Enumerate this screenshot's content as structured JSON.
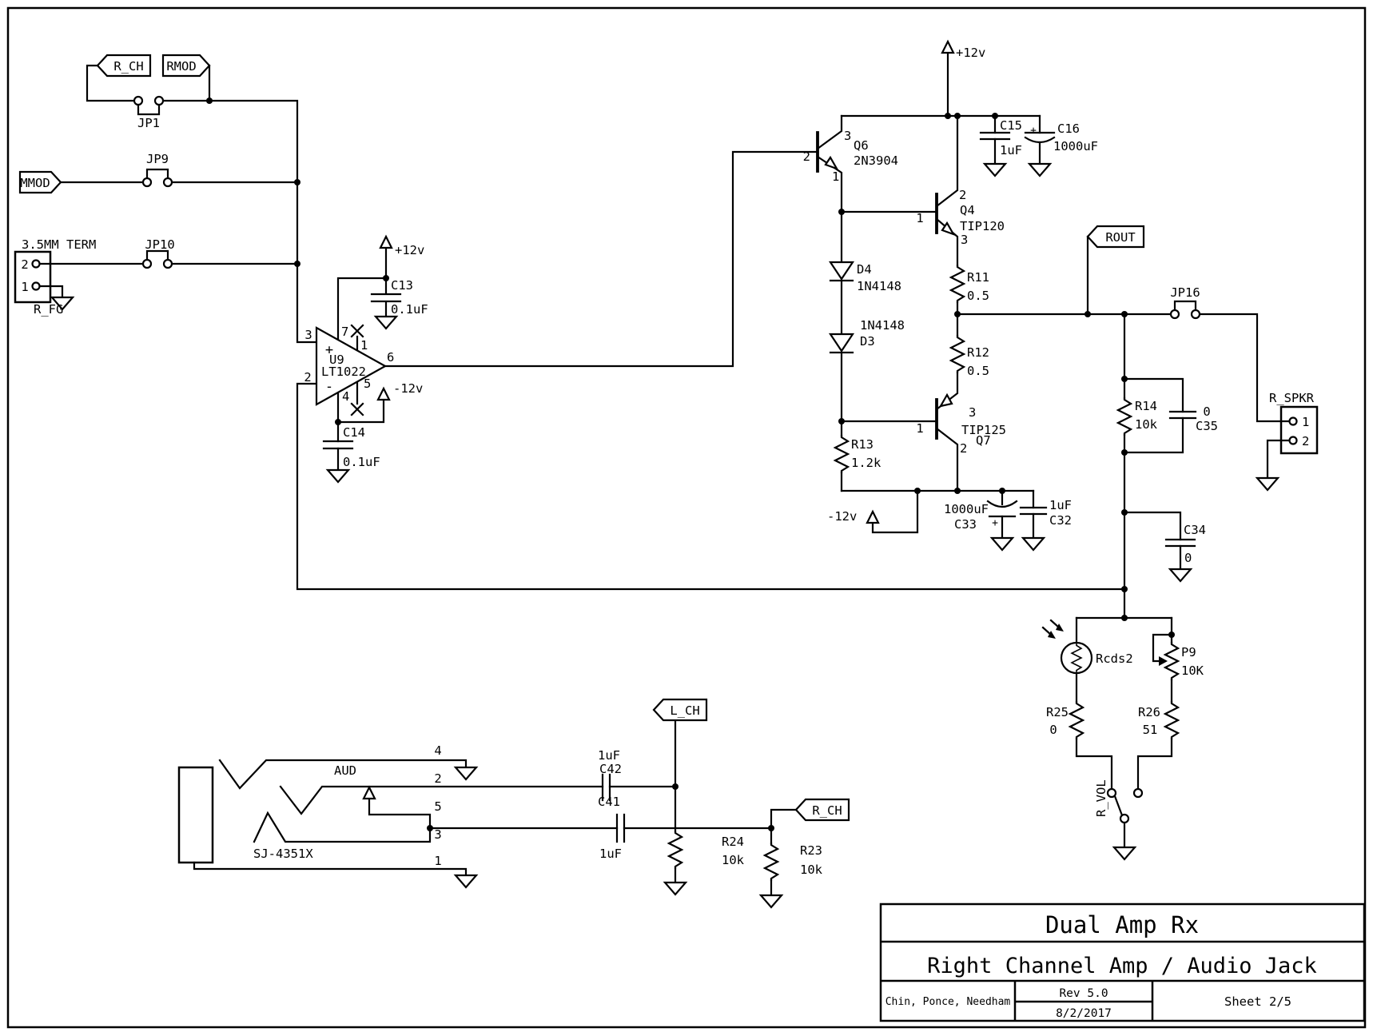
{
  "title_block": {
    "title": "Dual Amp Rx",
    "subtitle": "Right Channel Amp / Audio Jack",
    "authors": "Chin, Ponce, Needham",
    "revision": "Rev 5.0",
    "date": "8/2/2017",
    "sheet": "Sheet 2/5"
  },
  "power": {
    "plus12": "+12v",
    "minus12": "-12v"
  },
  "flags": {
    "r_ch": "R_CH",
    "rmod": "RMOD",
    "mmod": "MMOD",
    "rout": "ROUT",
    "l_ch": "L_CH",
    "r_ch_jack": "R_CH",
    "aud": "AUD",
    "r_fg": "R_FG",
    "r_vol": "R_VOL"
  },
  "jumpers": {
    "jp1": "JP1",
    "jp9": "JP9",
    "jp10": "JP10",
    "jp16": "JP16"
  },
  "connectors": {
    "term": {
      "title": "3.5MM TERM",
      "pin1": "1",
      "pin2": "2"
    },
    "spkr": {
      "title": "R_SPKR",
      "pin1": "1",
      "pin2": "2"
    },
    "jack": {
      "title": "SJ-4351X",
      "pin1": "1",
      "pin2": "2",
      "pin3": "3",
      "pin4": "4",
      "pin5": "5"
    }
  },
  "opamp": {
    "ref": "U9",
    "part": "LT1022",
    "plus": "+",
    "minus": "-",
    "pin1": "1",
    "pin2": "2",
    "pin3": "3",
    "pin4": "4",
    "pin5": "5",
    "pin6": "6",
    "pin7": "7"
  },
  "transistors": {
    "q6": {
      "ref": "Q6",
      "part": "2N3904",
      "base": "2",
      "collector": "3",
      "emitter": "1"
    },
    "q4": {
      "ref": "Q4",
      "part": "TIP120",
      "base": "1",
      "collector": "2",
      "emitter": "3"
    },
    "q7": {
      "ref": "Q7",
      "part": "TIP125",
      "base": "1",
      "collector": "2",
      "emitter": "3"
    }
  },
  "diodes": {
    "d4": {
      "ref": "D4",
      "part": "1N4148"
    },
    "d3": {
      "ref": "D3",
      "part": "1N4148"
    }
  },
  "resistors": {
    "r11": {
      "ref": "R11",
      "value": "0.5"
    },
    "r12": {
      "ref": "R12",
      "value": "0.5"
    },
    "r13": {
      "ref": "R13",
      "value": "1.2k"
    },
    "r14": {
      "ref": "R14",
      "value": "10k"
    },
    "r23": {
      "ref": "R23",
      "value": "10k"
    },
    "r24": {
      "ref": "R24",
      "value": "10k"
    },
    "r25": {
      "ref": "R25",
      "value": "0"
    },
    "r26": {
      "ref": "R26",
      "value": "51"
    },
    "rcds2": {
      "ref": "Rcds2"
    },
    "p9": {
      "ref": "P9",
      "value": "10K"
    }
  },
  "capacitors": {
    "c13": {
      "ref": "C13",
      "value": "0.1uF"
    },
    "c14": {
      "ref": "C14",
      "value": "0.1uF"
    },
    "c15": {
      "ref": "C15",
      "value": "1uF"
    },
    "c16": {
      "ref": "C16",
      "value": "1000uF",
      "polarity": "+"
    },
    "c32": {
      "ref": "C32",
      "value": "1uF"
    },
    "c33": {
      "ref": "C33",
      "value": "1000uF",
      "polarity": "+"
    },
    "c34": {
      "ref": "C34",
      "value": "0"
    },
    "c35": {
      "ref": "C35",
      "value": "0"
    },
    "c41": {
      "ref": "C41",
      "value": "1uF"
    },
    "c42": {
      "ref": "C42",
      "value": "1uF"
    }
  }
}
